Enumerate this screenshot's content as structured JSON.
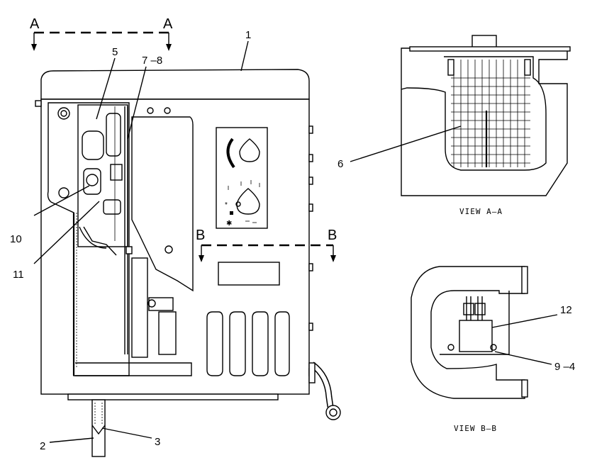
{
  "section_markers": {
    "a_left": "A",
    "a_right": "A",
    "b_left": "B",
    "b_right": "B"
  },
  "callouts": {
    "c1": "1",
    "c2": "2",
    "c3": "3",
    "c5": "5",
    "c6": "6",
    "c7_8": "7 –8",
    "c9_4": "9 –4",
    "c10": "10",
    "c11": "11",
    "c12": "12"
  },
  "view_titles": {
    "view_aa": "VIEW A–A",
    "view_bb": "VIEW B–B"
  },
  "panel_symbols": {
    "sym1": "*",
    "sym2": "✱"
  }
}
